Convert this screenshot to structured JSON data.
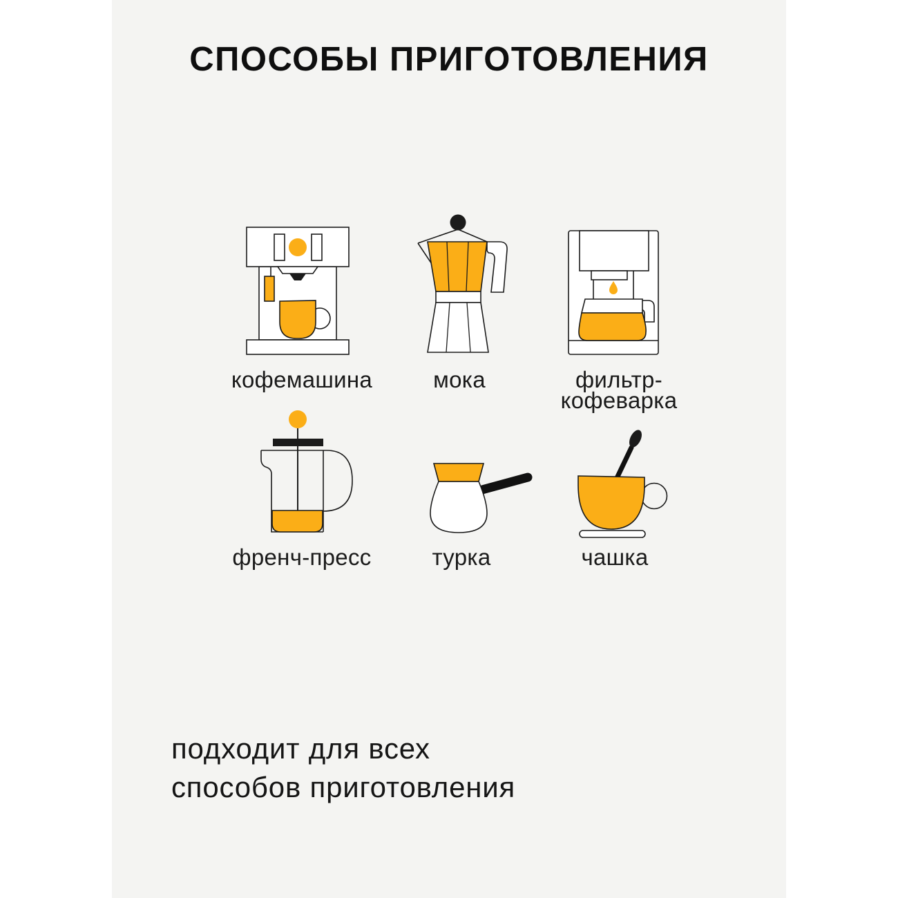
{
  "page": {
    "background": "#ffffff",
    "panel_background": "#f4f4f2",
    "accent_color": "#fbae17",
    "ink_color": "#1b1b1b"
  },
  "title": "СПОСОБЫ ПРИГОТОВЛЕНИЯ",
  "methods": [
    {
      "icon": "coffee-machine-icon",
      "label": "кофемашина"
    },
    {
      "icon": "moka-pot-icon",
      "label": "мока"
    },
    {
      "icon": "filter-coffee-maker-icon",
      "label": "фильтр-кофеварка",
      "label_line1": "фильтр-",
      "label_line2": "кофеварка"
    },
    {
      "icon": "french-press-icon",
      "label": "френч-пресс"
    },
    {
      "icon": "cezve-icon",
      "label": "турка"
    },
    {
      "icon": "cup-icon",
      "label": "чашка"
    }
  ],
  "footer": {
    "line1": "подходит для всех",
    "line2": "способов приготовления"
  }
}
